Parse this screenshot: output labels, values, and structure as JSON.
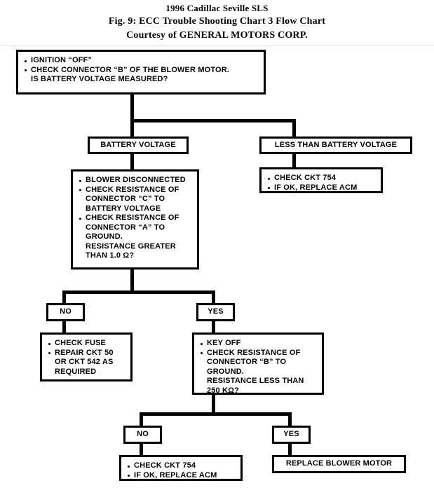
{
  "header": {
    "line1": "1996 Cadillac Seville SLS",
    "line2": "Fig. 9: ECC Trouble Shooting Chart 3 Flow Chart",
    "line3": "Courtesy of GENERAL MOTORS CORP."
  },
  "chart_data": {
    "type": "diagram",
    "title": "Fig. 9: ECC Trouble Shooting Chart 3 Flow Chart",
    "nodes": {
      "start": {
        "id": "start",
        "kind": "process",
        "lines": [
          "IGNITION “OFF”",
          "CHECK CONNECTOR “B” OF THE BLOWER MOTOR.",
          "IS BATTERY VOLTAGE MEASURED?"
        ],
        "l1": "IGNITION “OFF”",
        "l2": "CHECK CONNECTOR “B” OF THE BLOWER MOTOR.",
        "l2b": "IS BATTERY VOLTAGE MEASURED?"
      },
      "battery_voltage": {
        "id": "battery-voltage",
        "kind": "branch-label",
        "label": "BATTERY VOLTAGE"
      },
      "less_than_battery_voltage": {
        "id": "less-than-battery-voltage",
        "kind": "branch-label",
        "label": "LESS THAN BATTERY VOLTAGE"
      },
      "check_ckt_754_right": {
        "id": "check-ckt-754-right",
        "kind": "action",
        "l1": "CHECK CKT 754",
        "l2": "IF OK, REPLACE ACM"
      },
      "resistance_check": {
        "id": "resistance-check",
        "kind": "process",
        "l1": "BLOWER DISCONNECTED",
        "l2": "CHECK RESISTANCE OF",
        "l2b": "CONNECTOR “C” TO",
        "l2c": "BATTERY VOLTAGE",
        "l3": "CHECK RESISTANCE OF",
        "l3b": "CONNECTOR “A” TO",
        "l3c": "GROUND.",
        "l3d": "RESISTANCE GREATER",
        "l3e": "THAN 1.0 Ω?"
      },
      "no_mid": {
        "id": "no-mid",
        "kind": "branch-label",
        "label": "NO"
      },
      "yes_mid": {
        "id": "yes-mid",
        "kind": "branch-label",
        "label": "YES"
      },
      "check_fuse": {
        "id": "check-fuse",
        "kind": "action",
        "l1": "CHECK FUSE",
        "l2": "REPAIR CKT 50",
        "l2b": "OR CKT 542 AS",
        "l2c": "REQUIRED"
      },
      "key_off_check": {
        "id": "key-off-check",
        "kind": "process",
        "l1": "KEY OFF",
        "l2": "CHECK RESISTANCE OF",
        "l2b": "CONNECTOR “B” TO",
        "l2c": "GROUND.",
        "l2d": "RESISTANCE LESS THAN",
        "l2e": "250 KΩ?"
      },
      "no_bottom": {
        "id": "no-bottom",
        "kind": "branch-label",
        "label": "NO"
      },
      "yes_bottom": {
        "id": "yes-bottom",
        "kind": "branch-label",
        "label": "YES"
      },
      "check_ckt_754_bottom": {
        "id": "check-ckt-754-bottom",
        "kind": "action",
        "l1": "CHECK CKT 754",
        "l2": "IF OK, REPLACE ACM"
      },
      "replace_blower_motor": {
        "id": "replace-blower-motor",
        "kind": "action",
        "label": "REPLACE BLOWER MOTOR"
      }
    },
    "edges": [
      {
        "from": "start",
        "to": "battery_voltage",
        "label": "BATTERY VOLTAGE"
      },
      {
        "from": "start",
        "to": "less_than_battery_voltage",
        "label": "LESS THAN BATTERY VOLTAGE"
      },
      {
        "from": "less_than_battery_voltage",
        "to": "check_ckt_754_right",
        "label": ""
      },
      {
        "from": "battery_voltage",
        "to": "resistance_check",
        "label": ""
      },
      {
        "from": "resistance_check",
        "to": "no_mid",
        "label": "NO"
      },
      {
        "from": "resistance_check",
        "to": "yes_mid",
        "label": "YES"
      },
      {
        "from": "no_mid",
        "to": "check_fuse",
        "label": ""
      },
      {
        "from": "yes_mid",
        "to": "key_off_check",
        "label": ""
      },
      {
        "from": "key_off_check",
        "to": "no_bottom",
        "label": "NO"
      },
      {
        "from": "key_off_check",
        "to": "yes_bottom",
        "label": "YES"
      },
      {
        "from": "no_bottom",
        "to": "check_ckt_754_bottom",
        "label": ""
      },
      {
        "from": "yes_bottom",
        "to": "replace_blower_motor",
        "label": ""
      }
    ],
    "colors": {
      "line": "#000000",
      "box_border": "#000000",
      "background": "#ffffff",
      "text": "#000000"
    }
  }
}
